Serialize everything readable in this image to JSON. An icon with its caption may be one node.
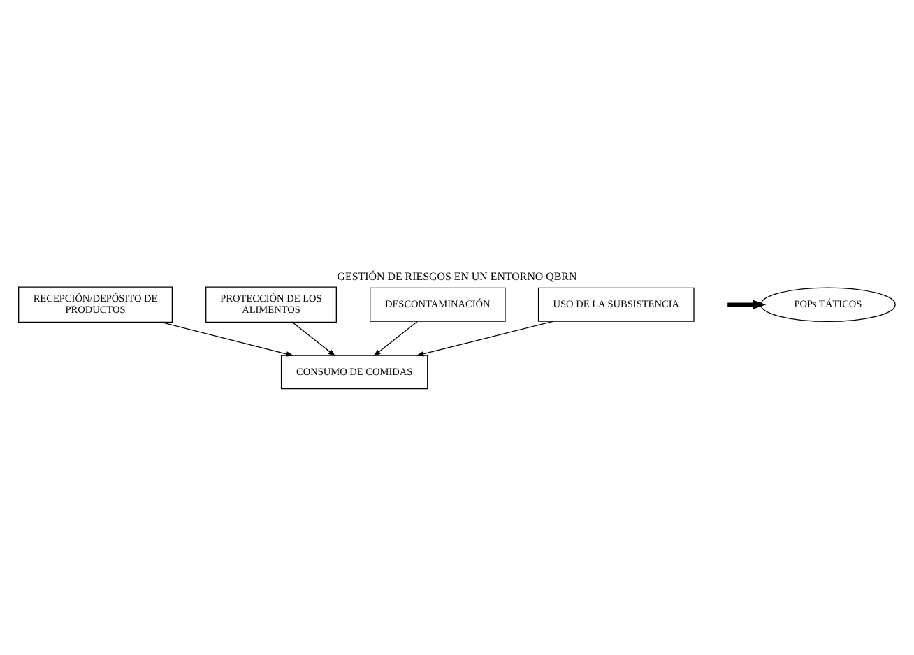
{
  "diagram": {
    "title": "GESTIÓN DE RIESGOS EN UN ENTORNO QBRN",
    "nodes": [
      {
        "text": [
          "RECEPCIÓN/DEPÓSITO DE PRODUCTOS"
        ]
      },
      {
        "text": [
          "PROTECCIÓN DE LOS ALIMENTOS"
        ]
      },
      {
        "text": [
          "DESCONTAMINACIÓN"
        ]
      },
      {
        "text": [
          "USO DE LA SUBSISTENCIA"
        ]
      },
      {
        "text": [
          "POPs TÁTICOS"
        ]
      },
      {
        "text": [
          "CONSUMO DE COMIDAS"
        ]
      }
    ],
    "edges": [
      {
        "from": 0,
        "to": 5,
        "arrow": "to"
      },
      {
        "from": 1,
        "to": 5,
        "arrow": "to"
      },
      {
        "from": 2,
        "to": 5,
        "arrow": "to"
      },
      {
        "from": 3,
        "to": 5,
        "arrow": "to"
      },
      {
        "from": null,
        "to": 4,
        "arrow": "to",
        "style": "thick"
      }
    ]
  }
}
